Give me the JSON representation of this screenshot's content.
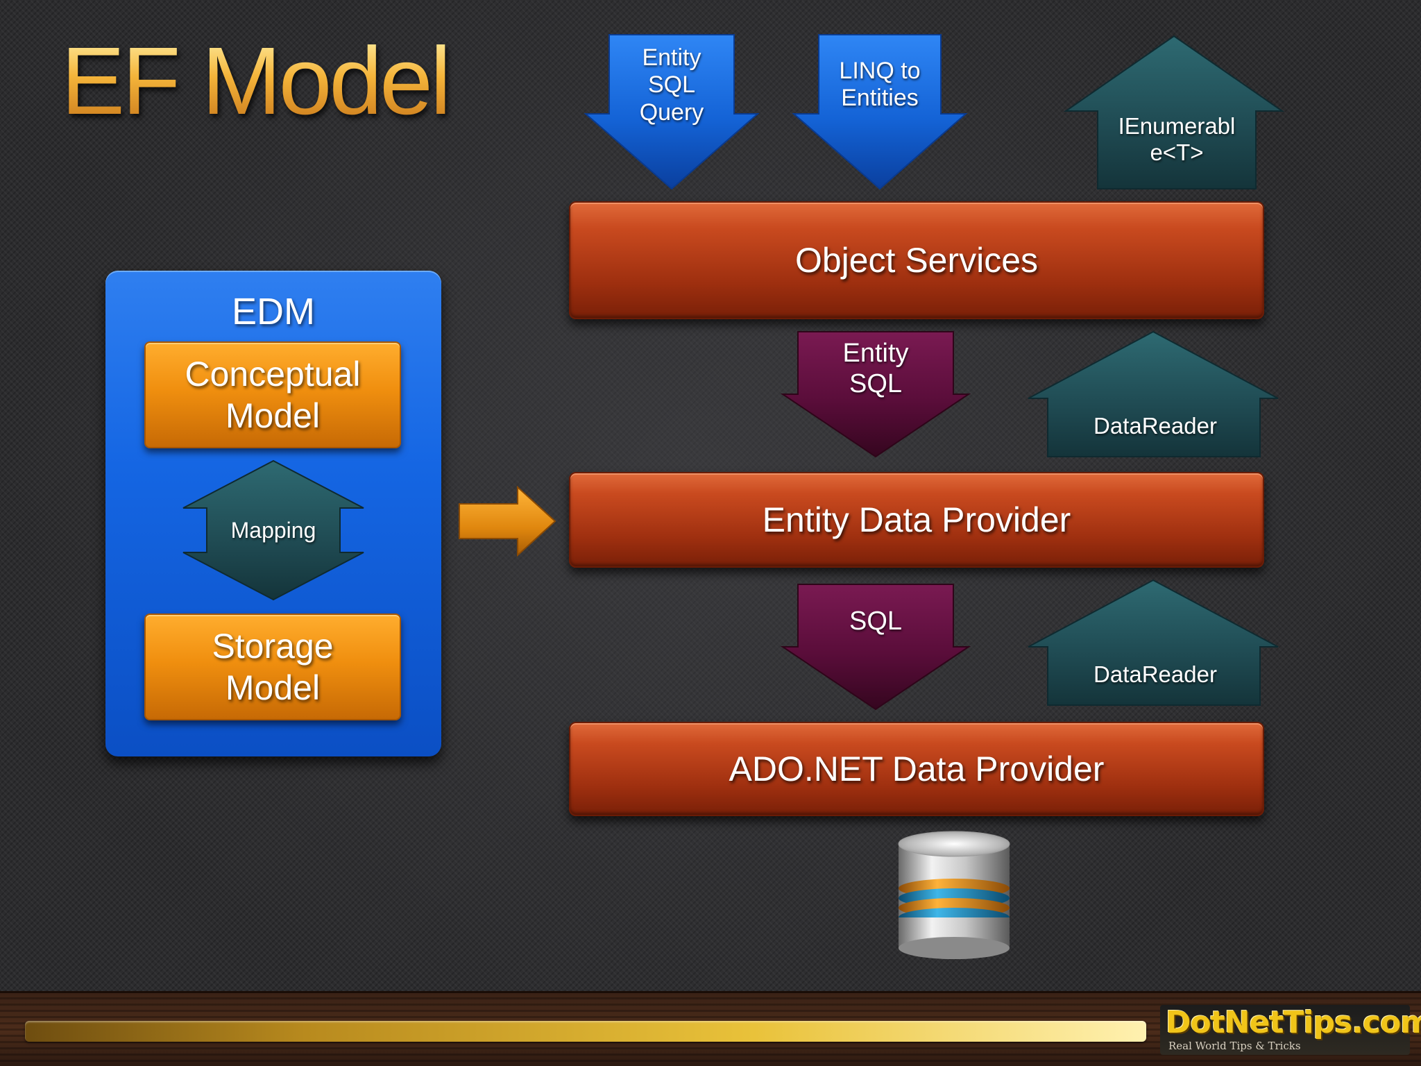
{
  "slide": {
    "title": "EF Model"
  },
  "edm": {
    "title": "EDM",
    "conceptual_model": "Conceptual\nModel",
    "mapping": "Mapping",
    "storage_model": "Storage\nModel"
  },
  "query_inputs": {
    "entity_sql_query": "Entity\nSQL\nQuery",
    "linq_to_entities": "LINQ to\nEntities"
  },
  "results": {
    "ienumerable": "IEnumerabl\ne<T>"
  },
  "layers": {
    "object_services": "Object Services",
    "entity_data_provider": "Entity Data Provider",
    "ado_net_data_provider": "ADO.NET Data Provider"
  },
  "flows": {
    "entity_sql": "Entity\nSQL",
    "sql": "SQL",
    "datareader_upper": "DataReader",
    "datareader_lower": "DataReader"
  },
  "colors": {
    "title_gold": "#f4b43a",
    "blue_arrow": "#1463d6",
    "teal_arrow": "#1f4a52",
    "maroon_arrow": "#5a0d3a",
    "layer_red": "#b33a14",
    "edm_blue": "#1566e3",
    "orange_box": "#f08f0f"
  },
  "icons": {
    "database": "database-icon",
    "connector_arrow": "arrow-right-icon"
  },
  "footer": {
    "logo_text": "DotNetTips.com",
    "logo_tagline": "Real World Tips & Tricks"
  }
}
